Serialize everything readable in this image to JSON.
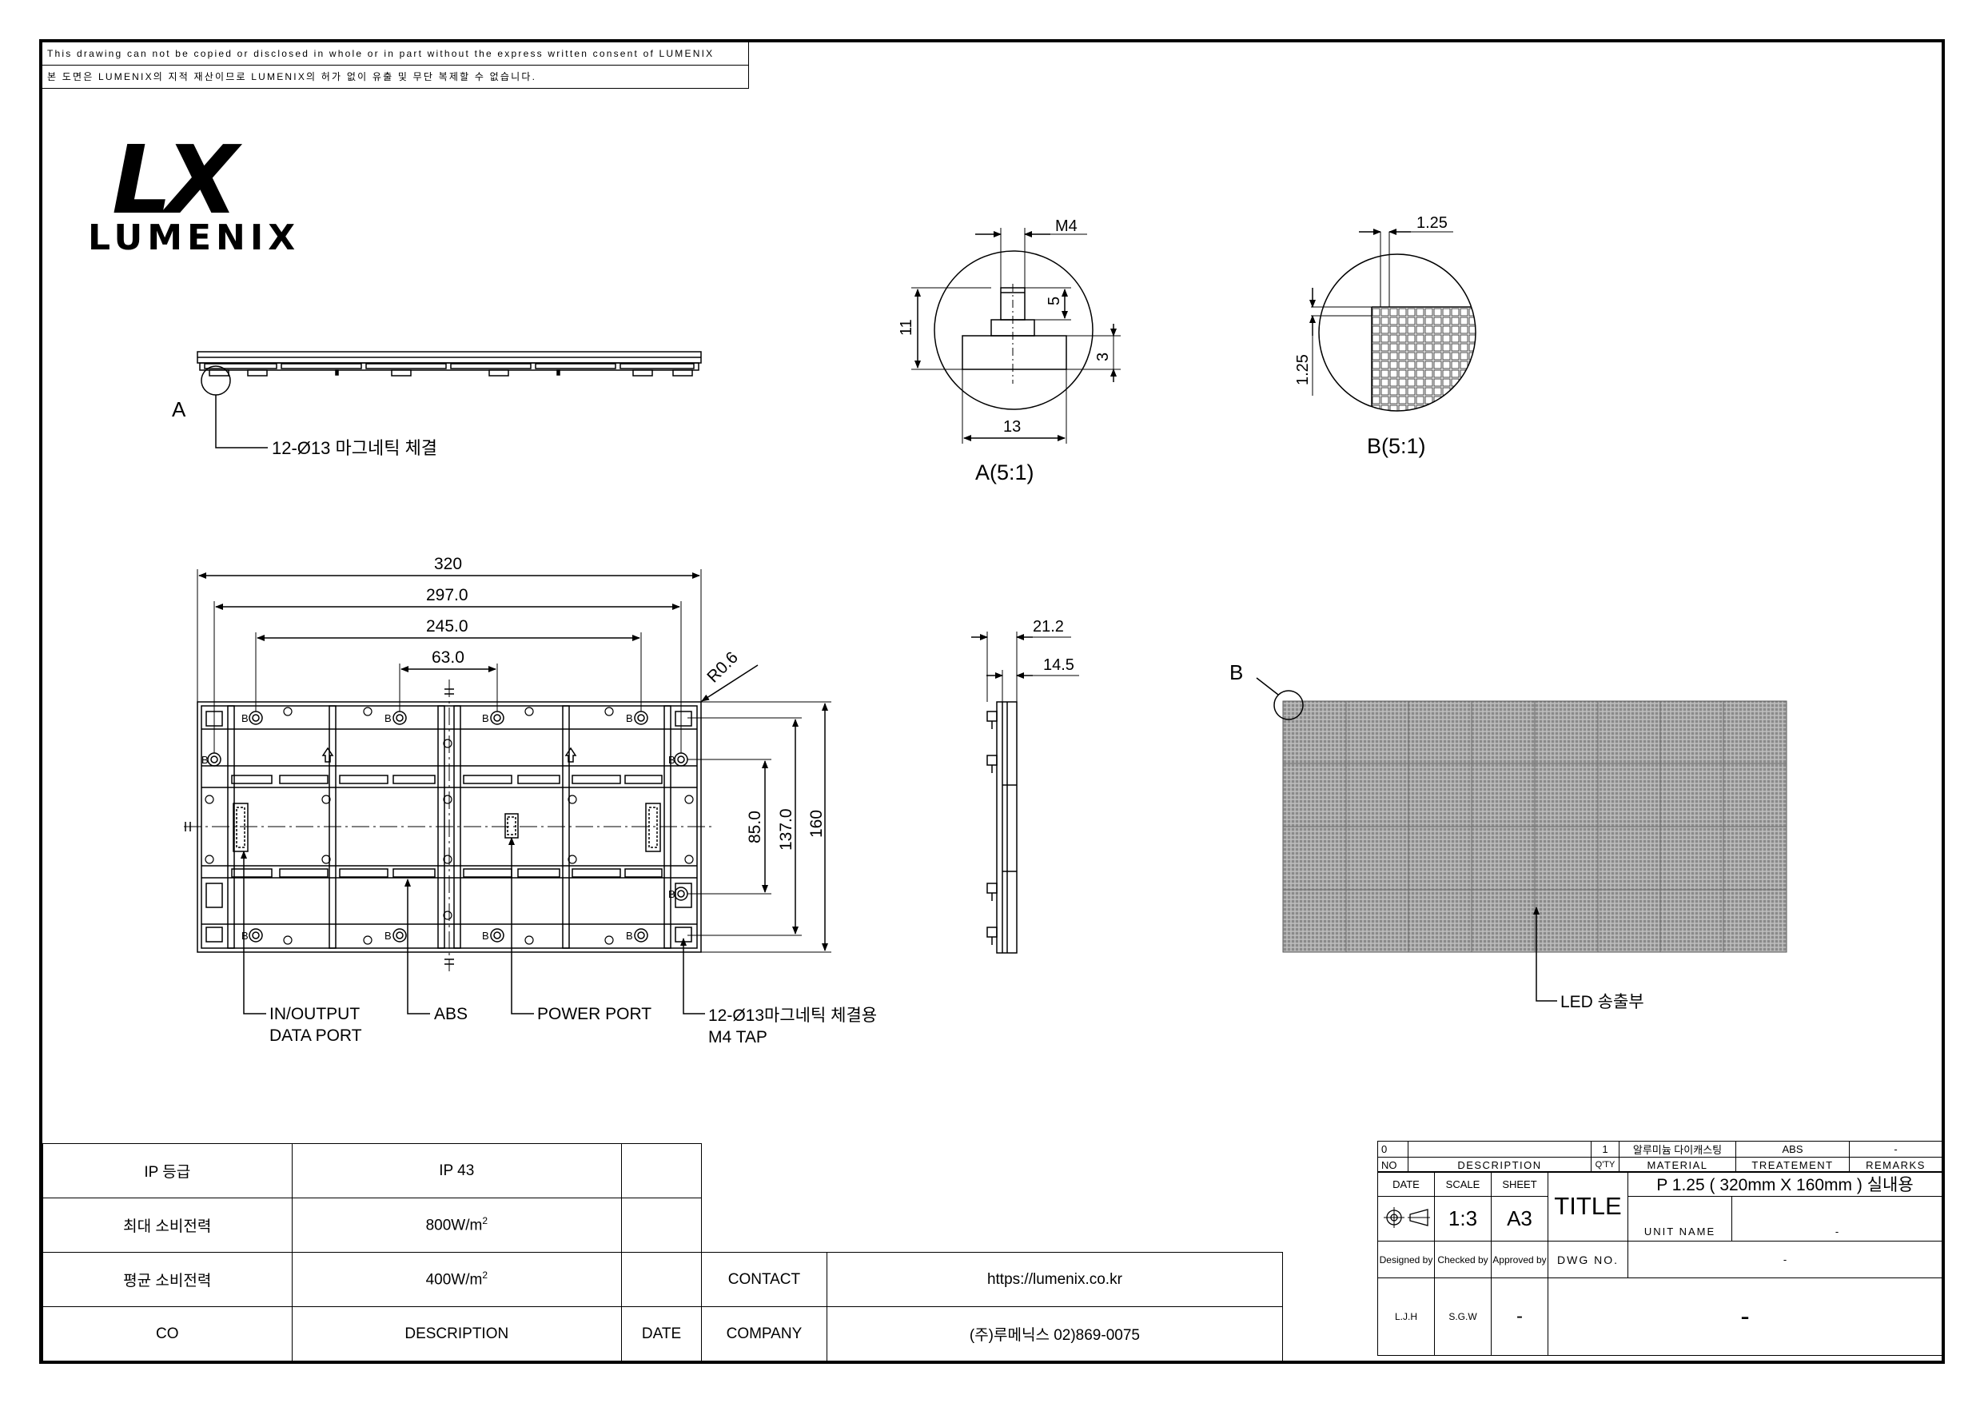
{
  "notice": {
    "line_en": "This drawing can not be copied or disclosed in whole or in part without the express written consent of LUMENIX",
    "line_ko": "본 도면은 LUMENIX의 지적 재산이므로 LUMENIX의 허가 없이 유출 및 무단 복제할 수 없습니다."
  },
  "logo": {
    "mark": "LX",
    "word": "LUMENIX"
  },
  "side_view": {
    "label_a": "A",
    "callout": "12-Ø13 마그네틱 체결"
  },
  "detail_a": {
    "title": "A(5:1)",
    "d_m4": "M4",
    "d_5": "5",
    "d_11": "11",
    "d_3": "3",
    "d_13": "13"
  },
  "detail_b": {
    "title": "B(5:1)",
    "d_top": "1.25",
    "d_side": "1.25"
  },
  "rear_view": {
    "d_320": "320",
    "d_297": "297.0",
    "d_245": "245.0",
    "d_63": "63.0",
    "d_r": "R0.6",
    "d_85": "85.0",
    "d_137": "137.0",
    "d_160": "160",
    "port_label": "B",
    "callout_io_1": "IN/OUTPUT",
    "callout_io_2": "DATA PORT",
    "callout_abs": "ABS",
    "callout_power": "POWER PORT",
    "callout_mag_1": "12-Ø13마그네틱 체결용",
    "callout_mag_2": "M4 TAP"
  },
  "profile_view": {
    "d_212": "21.2",
    "d_145": "14.5"
  },
  "front_view": {
    "label_b": "B",
    "callout": "LED 송출부"
  },
  "spec_table": {
    "rows": [
      {
        "label": "IP 등급",
        "value": "IP 43",
        "sup": ""
      },
      {
        "label": "최대 소비전력",
        "value": "800W/m",
        "sup": "2"
      },
      {
        "label": "평균 소비전력",
        "value": "400W/m",
        "sup": "2"
      },
      {
        "label": "CO",
        "value": "DESCRIPTION",
        "sup": "",
        "extra": "DATE"
      }
    ],
    "contact_label": "CONTACT",
    "contact_value": "https://lumenix.co.kr",
    "company_label": "COMPANY",
    "company_value": "(주)루메닉스 02)869-0075"
  },
  "title_block": {
    "no_val": "0",
    "qty_val": "1",
    "material_val": "알루미늄 다이캐스팅",
    "treat_val": "ABS",
    "remarks_val": "-",
    "no_h": "NO",
    "desc_h": "DESCRIPTION",
    "qty_h": "Q'TY",
    "material_h": "MATERIAL",
    "treat_h": "TREATEMENT",
    "remarks_h": "REMARKS",
    "date_h": "DATE",
    "scale_h": "SCALE",
    "sheet_h": "SHEET",
    "scale_val": "1:3",
    "sheet_val": "A3",
    "title_h": "TITLE",
    "title_val": "P 1.25 ( 320mm X 160mm ) 실내용",
    "unit_h": "UNIT NAME",
    "unit_val": "-",
    "designed_h": "Designed by",
    "checked_h": "Checked by",
    "approved_h": "Approved by",
    "dwg_h": "DWG NO.",
    "dwg_val": "-",
    "designed_val": "L.J.H",
    "checked_val": "S.G.W",
    "approved_val": "-",
    "big_val": "-"
  }
}
